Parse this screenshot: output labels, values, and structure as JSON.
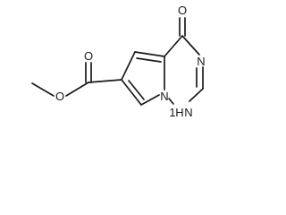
{
  "molecule": {
    "atoms": {
      "carbonyl_oxygen": "O",
      "ring_n3": "N",
      "ring_n1h": "N",
      "ring_n1h_h": "H",
      "ring_n1h_locant": "1",
      "bridgehead_n": "N",
      "ester_carbonyl_oxygen": "O",
      "ester_ether_oxygen": "O"
    }
  }
}
